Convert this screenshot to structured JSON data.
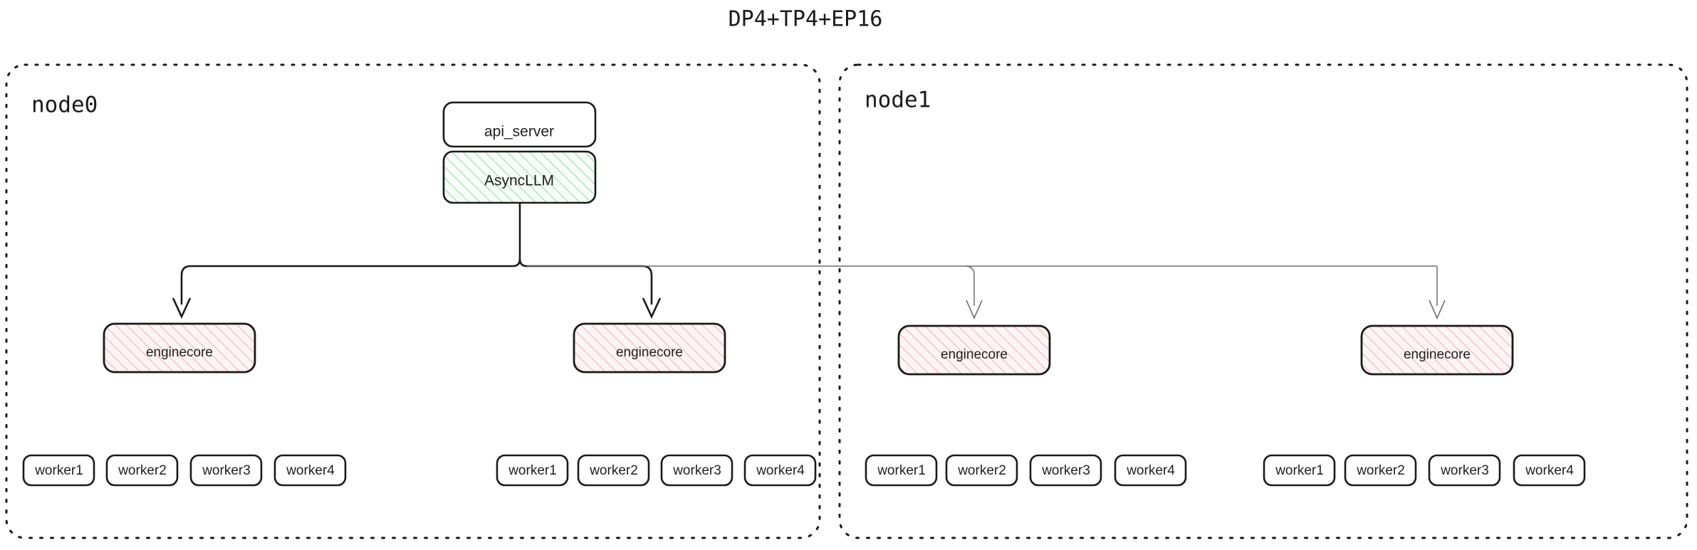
{
  "title": "DP4+TP4+EP16",
  "colors": {
    "background": "#ffffff",
    "stroke_dark": "#1a1a1a",
    "stroke_light": "#6e6e6e",
    "hatch_green": "#9fdca4",
    "hatch_green_bg": "#f7fdf8",
    "hatch_pink": "#f0b4b4",
    "hatch_pink_bg": "#fdf5f5",
    "box_white": "#ffffff",
    "text": "#1f1f1f"
  },
  "nodes": [
    {
      "id": "node0",
      "label": "node0",
      "has_api_server": true,
      "api_server": {
        "label": "api_server"
      },
      "async_llm": {
        "label": "AsyncLLM"
      },
      "enginecores": [
        {
          "label": "enginecore",
          "workers": [
            {
              "label": "worker1"
            },
            {
              "label": "worker2"
            },
            {
              "label": "worker3"
            },
            {
              "label": "worker4"
            }
          ]
        },
        {
          "label": "enginecore",
          "workers": [
            {
              "label": "worker1"
            },
            {
              "label": "worker2"
            },
            {
              "label": "worker3"
            },
            {
              "label": "worker4"
            }
          ]
        }
      ]
    },
    {
      "id": "node1",
      "label": "node1",
      "has_api_server": false,
      "enginecores": [
        {
          "label": "enginecore",
          "workers": [
            {
              "label": "worker1"
            },
            {
              "label": "worker2"
            },
            {
              "label": "worker3"
            },
            {
              "label": "worker4"
            }
          ]
        },
        {
          "label": "enginecore",
          "workers": [
            {
              "label": "worker1"
            },
            {
              "label": "worker2"
            },
            {
              "label": "worker3"
            },
            {
              "label": "worker4"
            }
          ]
        }
      ]
    }
  ]
}
